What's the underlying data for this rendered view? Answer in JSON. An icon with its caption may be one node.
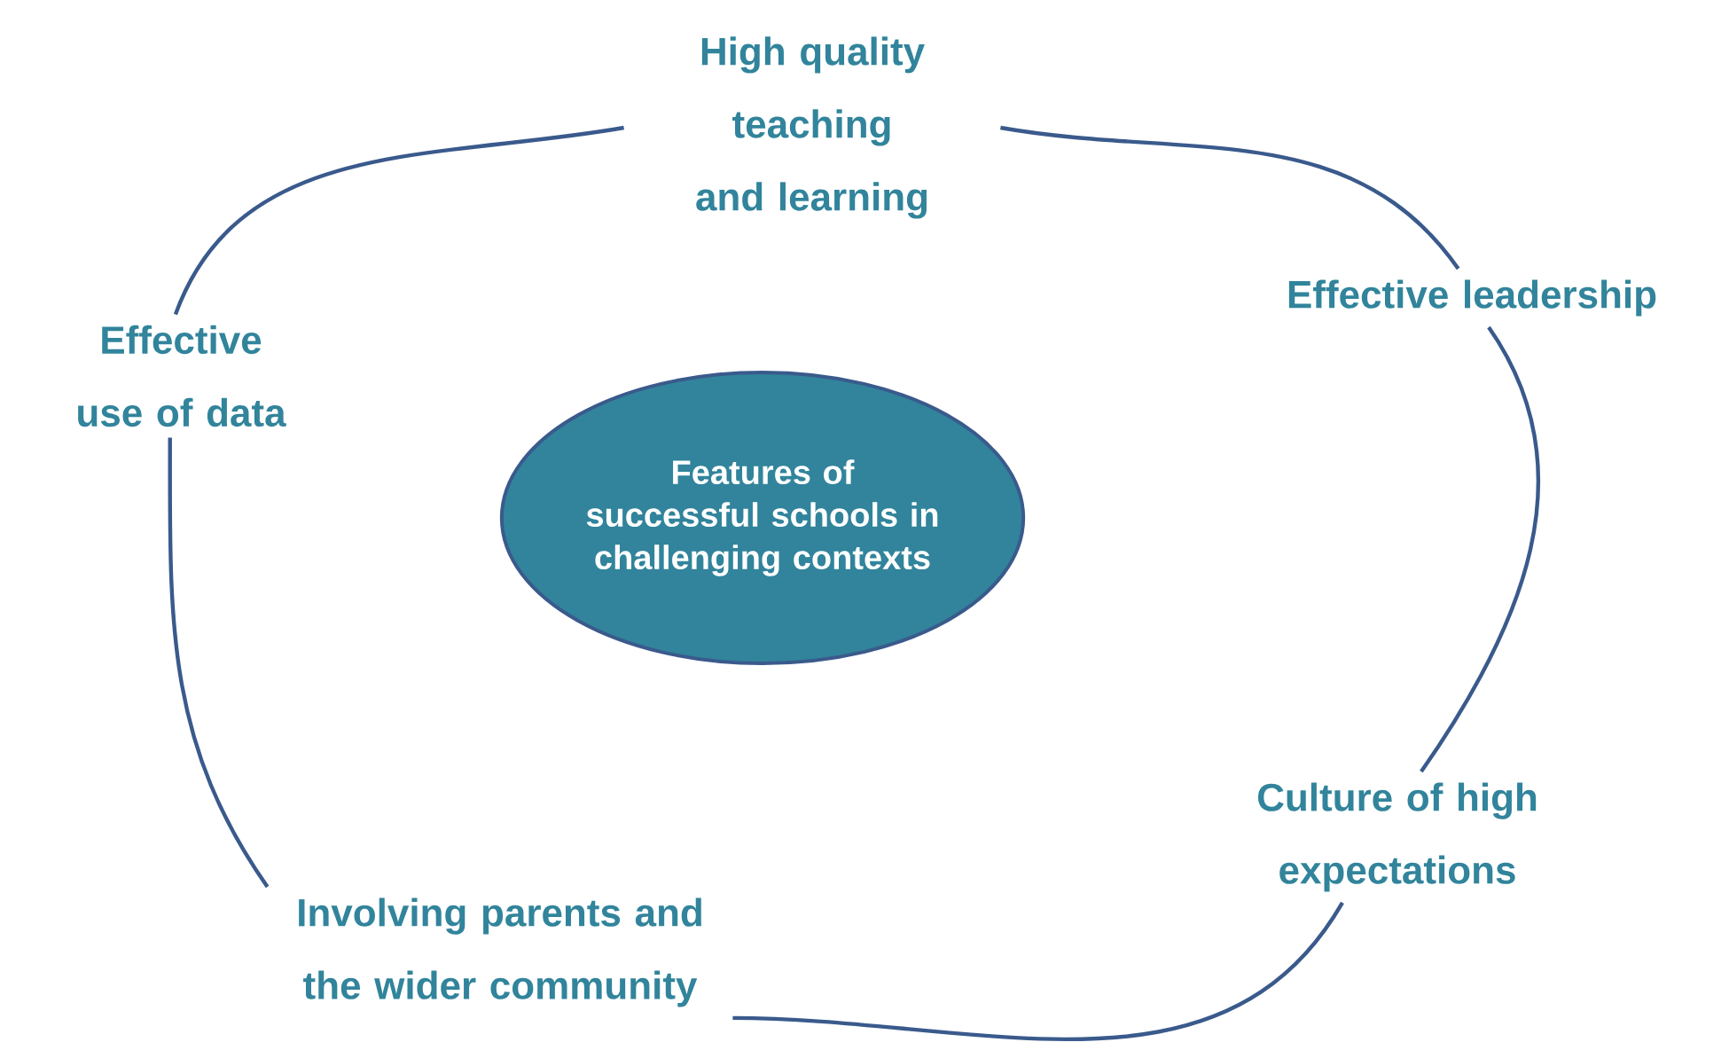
{
  "diagram": {
    "nodes": [
      {
        "text": [
          "High quality teaching and learning"
        ]
      },
      {
        "text": [
          "Effective leadership"
        ]
      },
      {
        "text": [
          "Effective use of data"
        ]
      },
      {
        "text": [
          "Features of successful schools in challenging contexts"
        ]
      },
      {
        "text": [
          "Culture of high expectations"
        ]
      },
      {
        "text": [
          "Involving parents and the wider community"
        ]
      }
    ],
    "edges": [
      {
        "from": 2,
        "to": 0,
        "arrow": "none"
      },
      {
        "from": 0,
        "to": 1,
        "arrow": "none"
      },
      {
        "from": 1,
        "to": 4,
        "arrow": "none"
      },
      {
        "from": 4,
        "to": 5,
        "arrow": "none"
      },
      {
        "from": 5,
        "to": 2,
        "arrow": "none"
      }
    ]
  }
}
